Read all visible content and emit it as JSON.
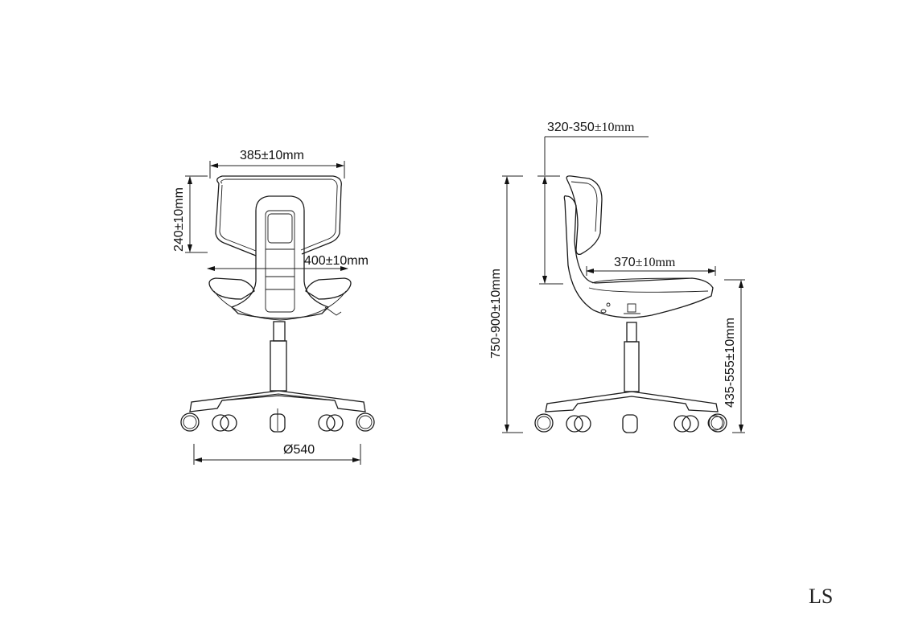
{
  "front_view": {
    "backrest_width": "385±10mm",
    "backrest_height": "240±10mm",
    "seat_width": "400±10mm",
    "base_diameter": "Ø540"
  },
  "side_view": {
    "backrest_height_range": "320-350",
    "backrest_height_tol": "±10mm",
    "seat_depth": "370",
    "seat_depth_tol": "±10mm",
    "overall_height": "750-900±10mm",
    "seat_height": "435-555±10mm"
  },
  "logo": "LS"
}
